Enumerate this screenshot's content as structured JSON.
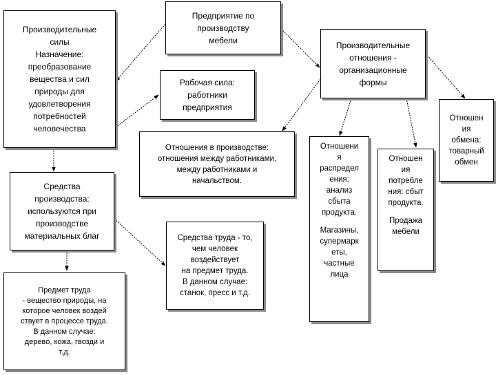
{
  "boxes": {
    "enterprise": "Предприятие по\nпроизводству\nмебели",
    "productive_forces": "Производительные\nсилы\nНазначение:\nпреобразование\nвещества и сил\nприроды для\nудовлетворения\nпотребностей\nчеловечества",
    "workforce": "Рабочая сила:\nработники\nпредприятия",
    "production_relations": "Производительные\nотношения -\nорганизационные\nформы",
    "relations_in_production": "Отношения в производстве:\nотношения между работниками,\nмежду работниками и\nначальством.",
    "means_of_production": "Средства\nпроизводства:\nиспользуются при\nпроизводстве\nматериальных благ",
    "means_of_labor": "Средства труда - то,\nчем человек\nвоздействует\nна предмет труда.\nВ данном случае:\nстанок, пресс и т.д.",
    "object_of_labor": "Предмет труда\n- вещество природы, на\nкоторое человек воздей\nствует в процессе труда.\nВ данном случае:\nдерево, кожа, гвозди и\nт.д.",
    "distribution_main": "Отношени\nя\nраспредел\nения:\nанализ\nсбыта\nпродукта.",
    "distribution_extra": "Магазины,\nсупермарк\nеты,\nчастные\nлица",
    "consumption_main": "Отношен\nия\nпотребле\nния: сбыт\nпродукта.",
    "consumption_extra": "Продажа\nмебели",
    "exchange": "Отношен\nия\nобмена:\nтоварный\nобмен"
  }
}
